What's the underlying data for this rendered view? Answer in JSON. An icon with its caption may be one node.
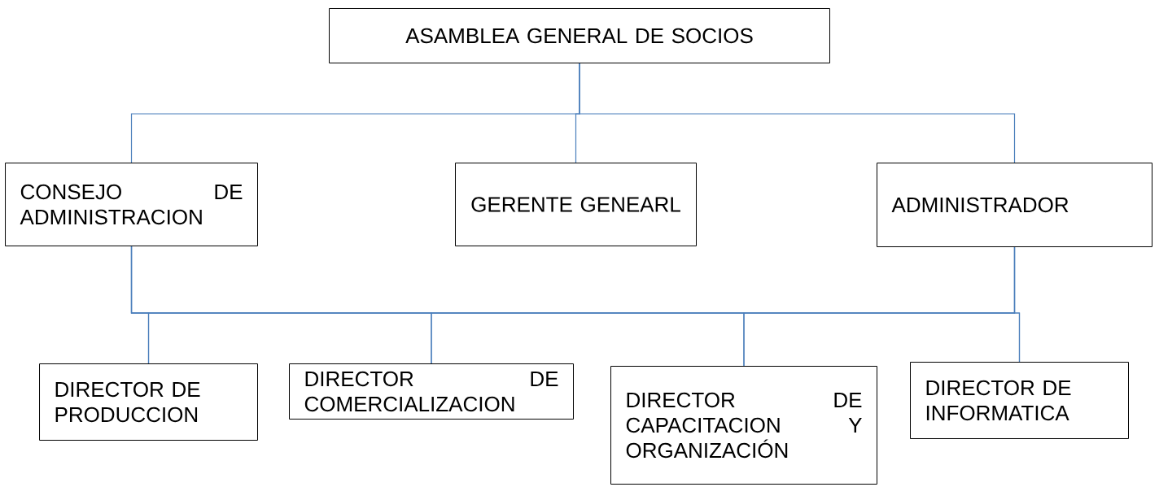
{
  "diagram": {
    "nodes": [
      {
        "text": [
          "ASAMBLEA GENERAL DE SOCIOS"
        ]
      },
      {
        "text": [
          "CONSEJO DE ADMINISTRACION"
        ]
      },
      {
        "text": [
          "GERENTE GENEARL"
        ]
      },
      {
        "text": [
          "ADMINISTRADOR"
        ]
      },
      {
        "text": [
          "DIRECTOR DE PRODUCCION"
        ]
      },
      {
        "text": [
          "DIRECTOR DE COMERCIALIZACION"
        ]
      },
      {
        "text": [
          "DIRECTOR DE CAPACITACION Y ORGANIZACIÓN"
        ]
      },
      {
        "text": [
          "DIRECTOR DE INFORMATICA"
        ]
      }
    ],
    "edges": [
      {
        "from": 0,
        "to": 1,
        "arrow": "none"
      },
      {
        "from": 0,
        "to": 2,
        "arrow": "none"
      },
      {
        "from": 0,
        "to": 3,
        "arrow": "none"
      },
      {
        "from": 1,
        "to": 4,
        "arrow": "none"
      },
      {
        "from": 1,
        "to": 5,
        "arrow": "none"
      },
      {
        "from": 1,
        "to": 6,
        "arrow": "none"
      },
      {
        "from": 1,
        "to": 7,
        "arrow": "none"
      },
      {
        "from": 3,
        "to": 4,
        "arrow": "none"
      },
      {
        "from": 3,
        "to": 5,
        "arrow": "none"
      },
      {
        "from": 3,
        "to": 6,
        "arrow": "none"
      },
      {
        "from": 3,
        "to": 7,
        "arrow": "none"
      }
    ]
  }
}
